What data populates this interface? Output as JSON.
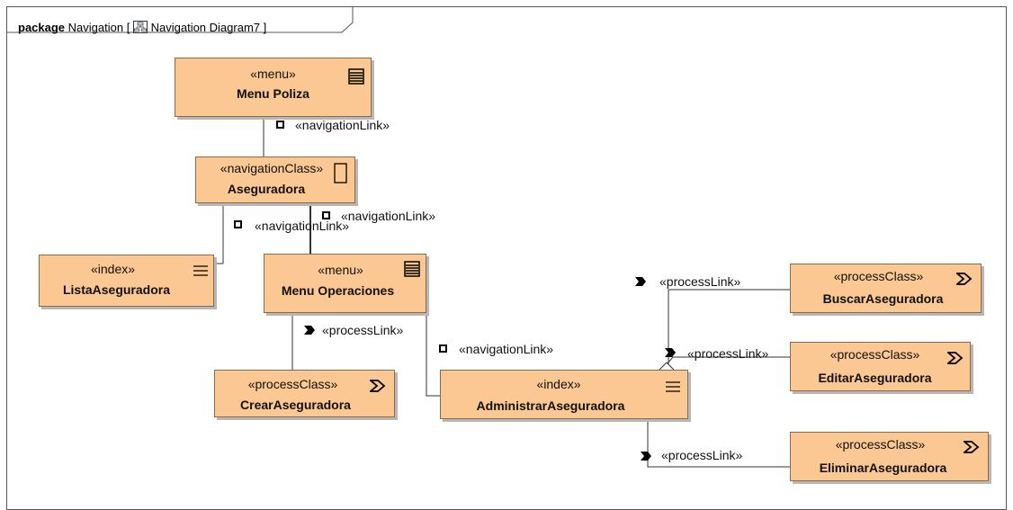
{
  "package": {
    "keyword": "package",
    "name": "Navigation",
    "diagram": "Navigation Diagram7"
  },
  "nodes": [
    {
      "id": "menu-poliza",
      "stereotype": "«menu»",
      "name": "Menu Poliza",
      "icon": "menu-icon"
    },
    {
      "id": "aseguradora",
      "stereotype": "«navigationClass»",
      "name": "Aseguradora",
      "icon": "navigation-class-icon"
    },
    {
      "id": "lista-aseguradora",
      "stereotype": "«index»",
      "name": "ListaAseguradora",
      "icon": "index-icon"
    },
    {
      "id": "menu-operaciones",
      "stereotype": "«menu»",
      "name": "Menu Operaciones",
      "icon": "menu-icon"
    },
    {
      "id": "crear-aseguradora",
      "stereotype": "«processClass»",
      "name": "CrearAseguradora",
      "icon": "process-class-icon"
    },
    {
      "id": "administrar-aseguradora",
      "stereotype": "«index»",
      "name": "AdministrarAseguradora",
      "icon": "index-icon"
    },
    {
      "id": "buscar-aseguradora",
      "stereotype": "«processClass»",
      "name": "BuscarAseguradora",
      "icon": "process-class-icon"
    },
    {
      "id": "editar-aseguradora",
      "stereotype": "«processClass»",
      "name": "EditarAseguradora",
      "icon": "process-class-icon"
    },
    {
      "id": "eliminar-aseguradora",
      "stereotype": "«processClass»",
      "name": "EliminarAseguradora",
      "icon": "process-class-icon"
    }
  ],
  "links": [
    {
      "from": "menu-poliza",
      "to": "aseguradora",
      "label": "«navigationLink»",
      "icon": "navigation-link-icon"
    },
    {
      "from": "aseguradora",
      "to": "lista-aseguradora",
      "label": "«navigationLink»",
      "icon": "navigation-link-icon"
    },
    {
      "from": "aseguradora",
      "to": "menu-operaciones",
      "label": "«navigationLink»",
      "icon": "navigation-link-icon"
    },
    {
      "from": "menu-operaciones",
      "to": "crear-aseguradora",
      "label": "«processLink»",
      "icon": "process-link-icon"
    },
    {
      "from": "menu-operaciones",
      "to": "administrar-aseguradora",
      "label": "«navigationLink»",
      "icon": "navigation-link-icon"
    },
    {
      "from": "administrar-aseguradora",
      "to": "buscar-aseguradora",
      "label": "«processLink»",
      "icon": "process-link-icon"
    },
    {
      "from": "administrar-aseguradora",
      "to": "editar-aseguradora",
      "label": "«processLink»",
      "icon": "process-link-icon"
    },
    {
      "from": "administrar-aseguradora",
      "to": "eliminar-aseguradora",
      "label": "«processLink»",
      "icon": "process-link-icon"
    }
  ],
  "colors": {
    "node_fill": "#fbc792",
    "node_border": "#8a6a48",
    "shadow": "#b7b7b7",
    "line": "#333333"
  }
}
